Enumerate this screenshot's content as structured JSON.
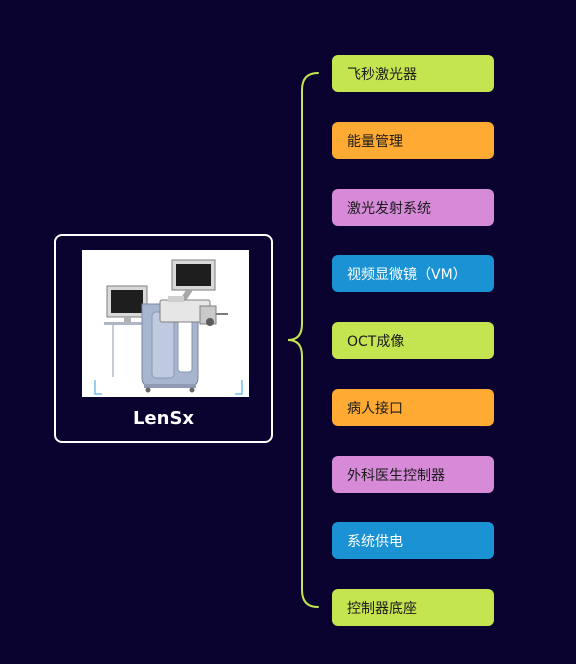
{
  "root": {
    "label": "LenSx"
  },
  "branches": [
    {
      "label": "飞秒激光器",
      "color": "#c5e550"
    },
    {
      "label": "能量管理",
      "color": "#ffaa33"
    },
    {
      "label": "激光发射系统",
      "color": "#d68ad8"
    },
    {
      "label": "视频显微镜（VM）",
      "color": "#1a92d4"
    },
    {
      "label": "OCT成像",
      "color": "#c5e550"
    },
    {
      "label": "病人接口",
      "color": "#ffaa33"
    },
    {
      "label": "外科医生控制器",
      "color": "#d68ad8"
    },
    {
      "label": "系统供电",
      "color": "#1a92d4"
    },
    {
      "label": "控制器底座",
      "color": "#c5e550"
    }
  ],
  "colors": {
    "background": "#0a0330",
    "root_border": "#ffffff",
    "connector": "#c5e550"
  }
}
